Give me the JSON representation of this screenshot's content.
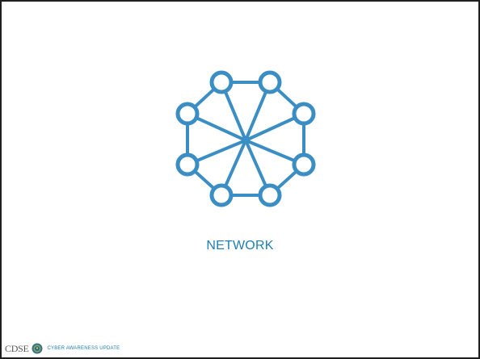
{
  "slide": {
    "title": "NETWORK",
    "icon": "network-icon",
    "accent_color": "#1e7fb3",
    "icon_color": "#3a8ec4"
  },
  "footer": {
    "logo_text": "CDSE",
    "seal_icon": "agency-seal-icon",
    "caption": "CYBER AWARENESS UPDATE"
  }
}
